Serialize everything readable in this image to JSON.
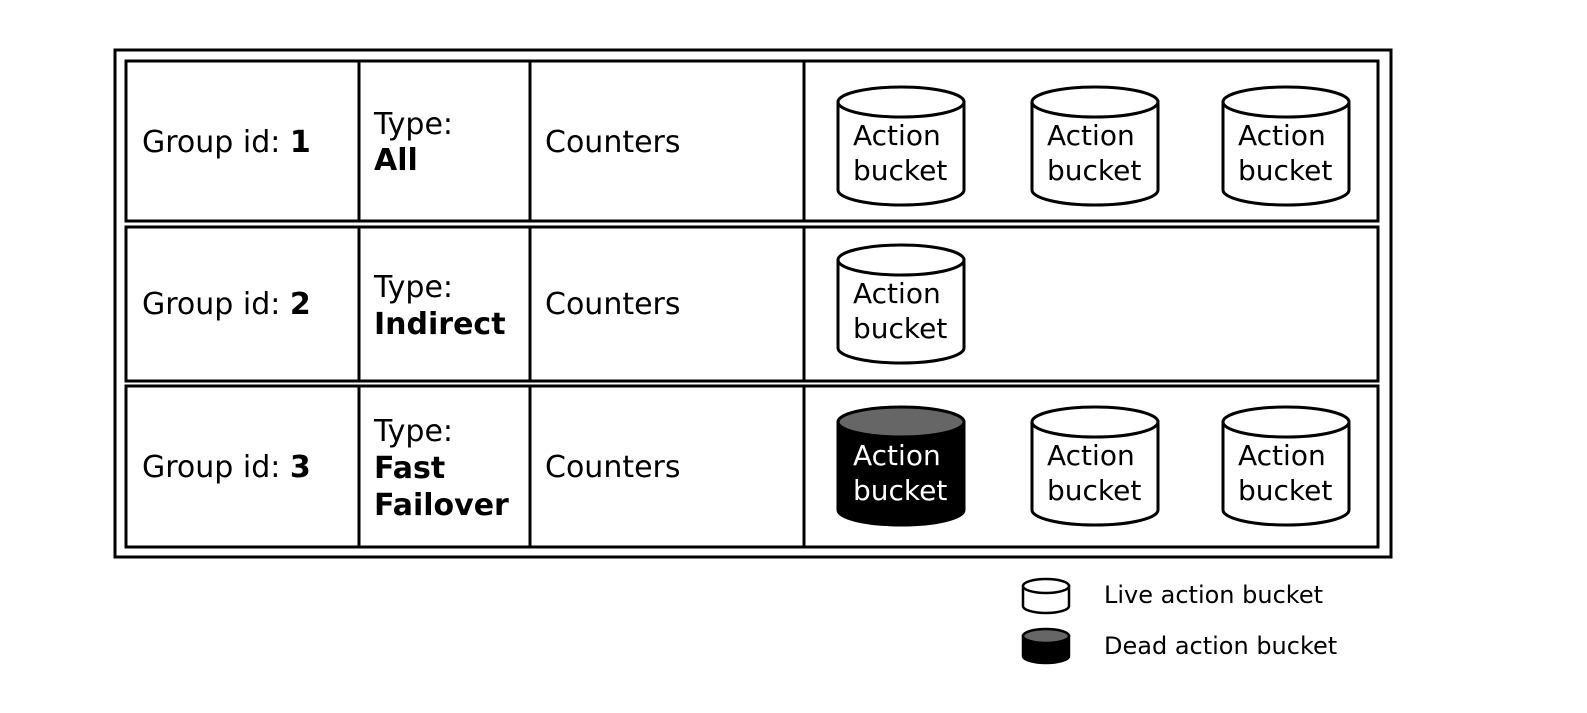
{
  "groups": [
    {
      "id_label": "Group id: ",
      "id_value": "1",
      "type_label": "Type:",
      "type_value_lines": [
        "All"
      ],
      "counters_label": "Counters",
      "buckets": [
        {
          "line1": "Action",
          "line2": "bucket",
          "state": "live"
        },
        {
          "line1": "Action",
          "line2": "bucket",
          "state": "live"
        },
        {
          "line1": "Action",
          "line2": "bucket",
          "state": "live"
        }
      ]
    },
    {
      "id_label": "Group id: ",
      "id_value": "2",
      "type_label": "Type:",
      "type_value_lines": [
        "Indirect"
      ],
      "counters_label": "Counters",
      "buckets": [
        {
          "line1": "Action",
          "line2": "bucket",
          "state": "live"
        }
      ]
    },
    {
      "id_label": "Group id: ",
      "id_value": "3",
      "type_label": "Type:",
      "type_value_lines": [
        "Fast",
        "Failover"
      ],
      "counters_label": "Counters",
      "buckets": [
        {
          "line1": "Action",
          "line2": "bucket",
          "state": "dead"
        },
        {
          "line1": "Action",
          "line2": "bucket",
          "state": "live"
        },
        {
          "line1": "Action",
          "line2": "bucket",
          "state": "live"
        }
      ]
    }
  ],
  "legend": {
    "live": "Live action bucket",
    "dead": "Dead action bucket"
  },
  "colors": {
    "line": "#000000",
    "live_fill": "#ffffff",
    "dead_body": "#000000",
    "dead_top": "#666666"
  }
}
